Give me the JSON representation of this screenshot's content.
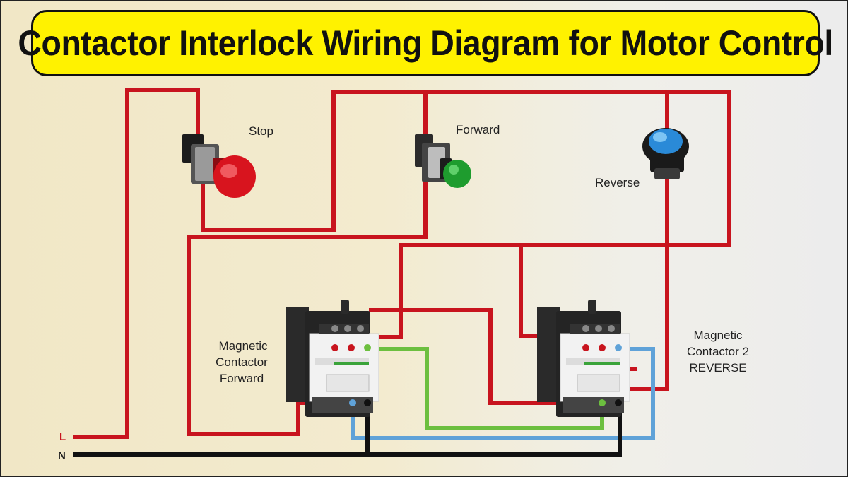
{
  "title": "Contactor Interlock Wiring Diagram for Motor Control",
  "labels": {
    "stop": "Stop",
    "forward": "Forward",
    "reverse": "Reverse",
    "contactor_forward": [
      "Magnetic",
      "Contactor",
      "Forward"
    ],
    "contactor_reverse": [
      "Magnetic",
      "Contactor 2",
      "REVERSE"
    ],
    "line": "L",
    "neutral": "N"
  },
  "colors": {
    "line_wire": "#c8141e",
    "neutral_wire": "#111111",
    "green_wire": "#6cbf3f",
    "blue_wire": "#5fa2d8",
    "title_bg": "#fff200",
    "stop_button": "#d8141e",
    "forward_button": "#1e9c2e",
    "reverse_button": "#2a8ad8"
  }
}
